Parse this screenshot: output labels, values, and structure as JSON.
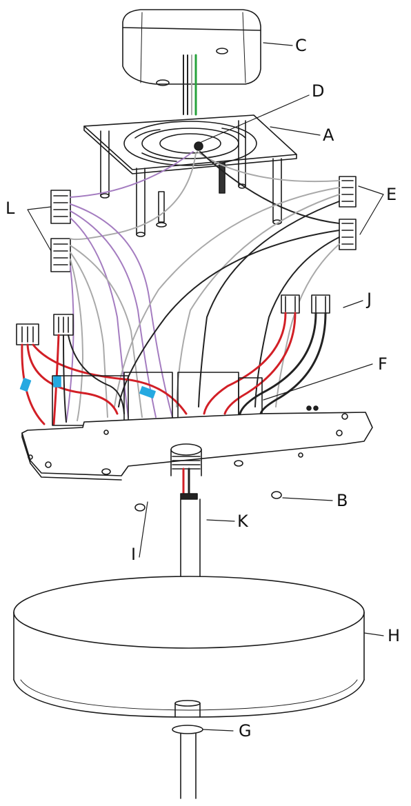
{
  "diagram": {
    "callouts": {
      "a": "A",
      "b": "B",
      "c": "C",
      "d": "D",
      "e": "E",
      "f": "F",
      "g": "G",
      "h": "H",
      "i": "I",
      "j": "J",
      "k": "K",
      "l": "L"
    },
    "colors": {
      "outline": "#1a1a1a",
      "black_wire": "#222222",
      "red_wire": "#d21f26",
      "purple_wire": "#a47cc0",
      "gray_wire": "#a9a9a9",
      "green_wire": "#26a23b",
      "tape": "#25a9e1",
      "fill": "#ffffff"
    }
  }
}
